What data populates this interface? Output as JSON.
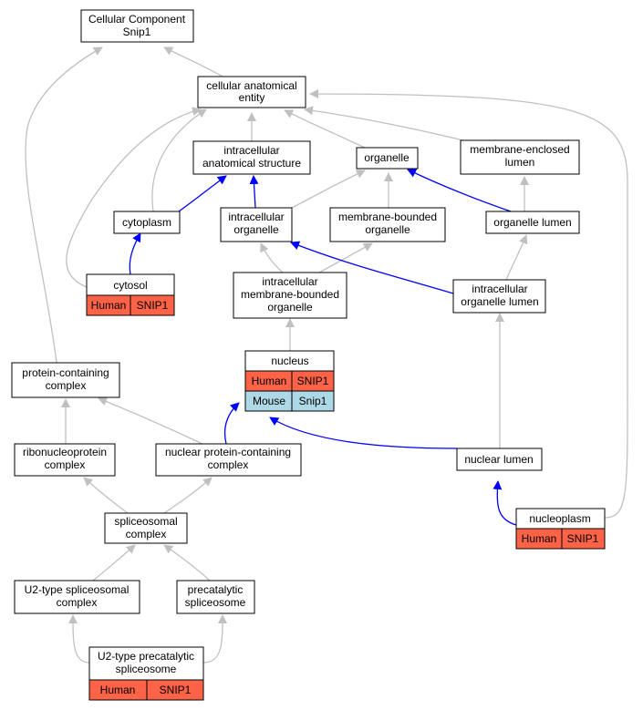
{
  "colors": {
    "human": "#ff6347",
    "mouse": "#add8e6",
    "edge_gray": "#c0c0c0",
    "edge_blue": "#0000ff"
  },
  "nodes": {
    "cc_snip1": {
      "line1": "Cellular Component",
      "line2": "Snip1"
    },
    "cae": {
      "line1": "cellular anatomical",
      "line2": "entity"
    },
    "ias": {
      "line1": "intracellular",
      "line2": "anatomical structure"
    },
    "organelle": {
      "line1": "organelle"
    },
    "mel": {
      "line1": "membrane-enclosed",
      "line2": "lumen"
    },
    "cytoplasm": {
      "line1": "cytoplasm"
    },
    "io": {
      "line1": "intracellular",
      "line2": "organelle"
    },
    "mbo": {
      "line1": "membrane-bounded",
      "line2": "organelle"
    },
    "ol": {
      "line1": "organelle lumen"
    },
    "cytosol": {
      "line1": "cytosol",
      "species": "Human",
      "gene": "SNIP1"
    },
    "imbo": {
      "line1": "intracellular",
      "line2": "membrane-bounded",
      "line3": "organelle"
    },
    "iol": {
      "line1": "intracellular",
      "line2": "organelle lumen"
    },
    "nucleus": {
      "line1": "nucleus",
      "species1": "Human",
      "gene1": "SNIP1",
      "species2": "Mouse",
      "gene2": "Snip1"
    },
    "pcc": {
      "line1": "protein-containing",
      "line2": "complex"
    },
    "rnp": {
      "line1": "ribonucleoprotein",
      "line2": "complex"
    },
    "npcc": {
      "line1": "nuclear protein-containing",
      "line2": "complex"
    },
    "nl": {
      "line1": "nuclear lumen"
    },
    "nucleoplasm": {
      "line1": "nucleoplasm",
      "species": "Human",
      "gene": "SNIP1"
    },
    "sc": {
      "line1": "spliceosomal",
      "line2": "complex"
    },
    "u2sc": {
      "line1": "U2-type spliceosomal",
      "line2": "complex"
    },
    "ps": {
      "line1": "precatalytic",
      "line2": "spliceosome"
    },
    "u2ps": {
      "line1": "U2-type precatalytic",
      "line2": "spliceosome",
      "species": "Human",
      "gene": "SNIP1"
    }
  }
}
